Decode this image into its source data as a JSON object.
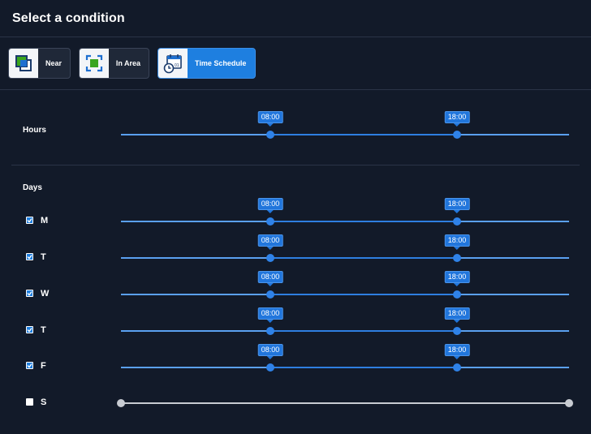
{
  "header": {
    "title": "Select a condition"
  },
  "conditions": [
    {
      "label": "Near",
      "icon": "near-icon",
      "active": false
    },
    {
      "label": "In Area",
      "icon": "in-area-icon",
      "active": false
    },
    {
      "label": "Time Schedule",
      "icon": "time-schedule-icon",
      "active": true
    }
  ],
  "hours": {
    "label": "Hours",
    "start": "08:00",
    "end": "18:00"
  },
  "days": {
    "label": "Days",
    "items": [
      {
        "letter": "M",
        "checked": true,
        "start": "08:00",
        "end": "18:00"
      },
      {
        "letter": "T",
        "checked": true,
        "start": "08:00",
        "end": "18:00"
      },
      {
        "letter": "W",
        "checked": true,
        "start": "08:00",
        "end": "18:00"
      },
      {
        "letter": "T",
        "checked": true,
        "start": "08:00",
        "end": "18:00"
      },
      {
        "letter": "F",
        "checked": true,
        "start": "08:00",
        "end": "18:00"
      },
      {
        "letter": "S",
        "checked": false
      }
    ]
  },
  "colors": {
    "accent": "#1e7fe0",
    "background": "#121a29",
    "track": "#5aa0f0",
    "disabled": "#c8ccd2"
  }
}
